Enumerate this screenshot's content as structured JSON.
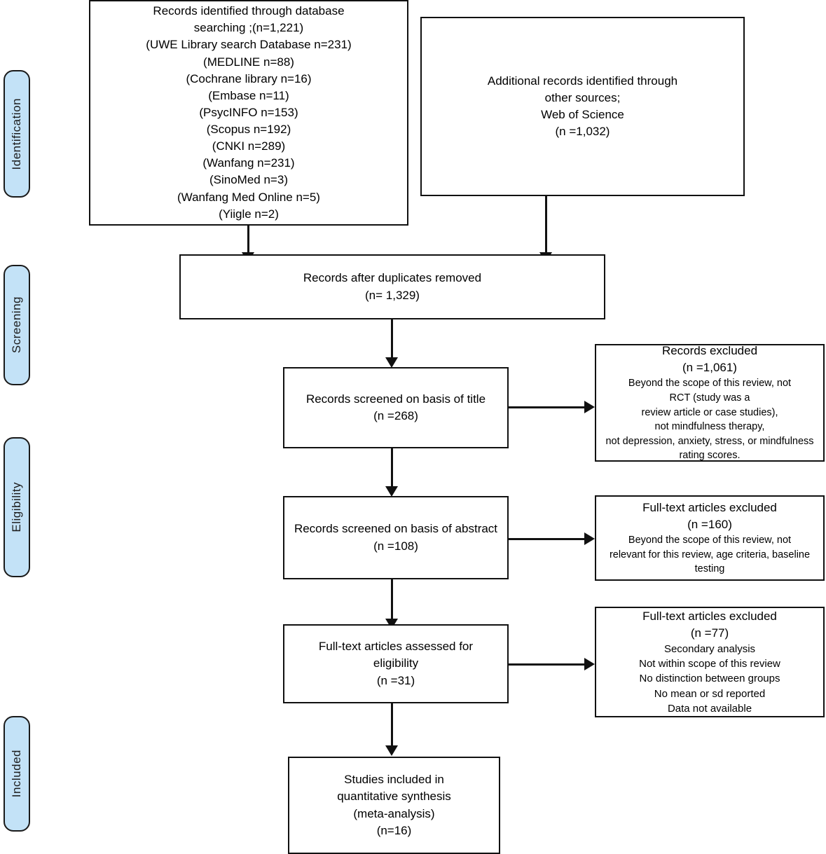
{
  "diagram": {
    "title": "PRISMA flow diagram",
    "accent_color": "#c3e2f7",
    "line_color": "#111111",
    "stages": [
      {
        "id": "identification",
        "label": "Identification"
      },
      {
        "id": "screening",
        "label": "Screening"
      },
      {
        "id": "eligibility",
        "label": "Eligibility"
      },
      {
        "id": "included",
        "label": "Included"
      }
    ],
    "boxes": {
      "database_search": {
        "lines": [
          "Records identified through database",
          "searching ;(n=1,221)",
          "(UWE Library search Database n=231)",
          "(MEDLINE n=88)",
          "(Cochrane library n=16)",
          "(Embase n=11)",
          "(PsycINFO n=153)",
          "(Scopus n=192)",
          "(CNKI n=289)",
          "(Wanfang n=231)",
          "(SinoMed n=3)",
          "(Wanfang Med Online n=5)",
          "(Yiigle n=2)"
        ]
      },
      "other_sources": {
        "lines": [
          "Additional records identified through",
          "other sources;",
          "Web of Science",
          "(n =1,032)"
        ]
      },
      "duplicates_removed": {
        "lines": [
          "Records after duplicates removed",
          "(n= 1,329)"
        ]
      },
      "screened_title": {
        "lines": [
          "Records screened on basis of title",
          "(n =268)"
        ]
      },
      "records_excluded": {
        "heading": "Records excluded",
        "count": "(n =1,061)",
        "reasons": [
          "Beyond the scope of this review, not",
          "RCT (study was a",
          "review article or case studies),",
          "not mindfulness therapy,",
          "not depression, anxiety, stress, or mindfulness",
          "rating scores."
        ]
      },
      "screened_abstract": {
        "lines": [
          "Records screened on basis of abstract",
          "(n =108)"
        ]
      },
      "fulltext_excluded_160": {
        "heading": "Full-text articles excluded",
        "count": "(n =160)",
        "reasons": [
          "Beyond the scope of this review, not",
          "relevant for this review, age criteria, baseline",
          "testing"
        ]
      },
      "fulltext_assessed": {
        "lines": [
          "Full-text articles assessed for",
          "eligibility",
          "(n =31)"
        ]
      },
      "fulltext_excluded_77": {
        "heading": "Full-text articles excluded",
        "count": "(n =77)",
        "reasons": [
          "Secondary analysis",
          "Not within scope of this review",
          "No distinction between groups",
          "No mean or sd reported",
          "Data not available"
        ]
      },
      "studies_included": {
        "lines": [
          "Studies included in",
          "quantitative synthesis",
          "(meta-analysis)",
          "(n=16)"
        ]
      }
    }
  },
  "chart_data": {
    "type": "diagram",
    "title": "PRISMA flow diagram",
    "nodes": [
      {
        "id": "database_search",
        "stage": "Identification",
        "n": 1221,
        "breakdown": [
          {
            "source": "UWE Library search Database",
            "n": 231
          },
          {
            "source": "MEDLINE",
            "n": 88
          },
          {
            "source": "Cochrane library",
            "n": 16
          },
          {
            "source": "Embase",
            "n": 11
          },
          {
            "source": "PsycINFO",
            "n": 153
          },
          {
            "source": "Scopus",
            "n": 192
          },
          {
            "source": "CNKI",
            "n": 289
          },
          {
            "source": "Wanfang",
            "n": 231
          },
          {
            "source": "SinoMed",
            "n": 3
          },
          {
            "source": "Wanfang Med Online",
            "n": 5
          },
          {
            "source": "Yiigle",
            "n": 2
          }
        ]
      },
      {
        "id": "other_sources",
        "stage": "Identification",
        "n": 1032
      },
      {
        "id": "duplicates_removed",
        "stage": "Screening",
        "n": 1329
      },
      {
        "id": "screened_title",
        "stage": "Screening",
        "n": 268
      },
      {
        "id": "records_excluded",
        "stage": "Screening",
        "n": 1061
      },
      {
        "id": "screened_abstract",
        "stage": "Eligibility",
        "n": 108
      },
      {
        "id": "fulltext_excluded_160",
        "stage": "Eligibility",
        "n": 160
      },
      {
        "id": "fulltext_assessed",
        "stage": "Eligibility",
        "n": 31
      },
      {
        "id": "fulltext_excluded_77",
        "stage": "Eligibility",
        "n": 77
      },
      {
        "id": "studies_included",
        "stage": "Included",
        "n": 16
      }
    ],
    "edges": [
      {
        "from": "database_search",
        "to": "duplicates_removed"
      },
      {
        "from": "other_sources",
        "to": "duplicates_removed"
      },
      {
        "from": "duplicates_removed",
        "to": "screened_title"
      },
      {
        "from": "screened_title",
        "to": "records_excluded"
      },
      {
        "from": "screened_title",
        "to": "screened_abstract"
      },
      {
        "from": "screened_abstract",
        "to": "fulltext_excluded_160"
      },
      {
        "from": "screened_abstract",
        "to": "fulltext_assessed"
      },
      {
        "from": "fulltext_assessed",
        "to": "fulltext_excluded_77"
      },
      {
        "from": "fulltext_assessed",
        "to": "studies_included"
      }
    ]
  }
}
